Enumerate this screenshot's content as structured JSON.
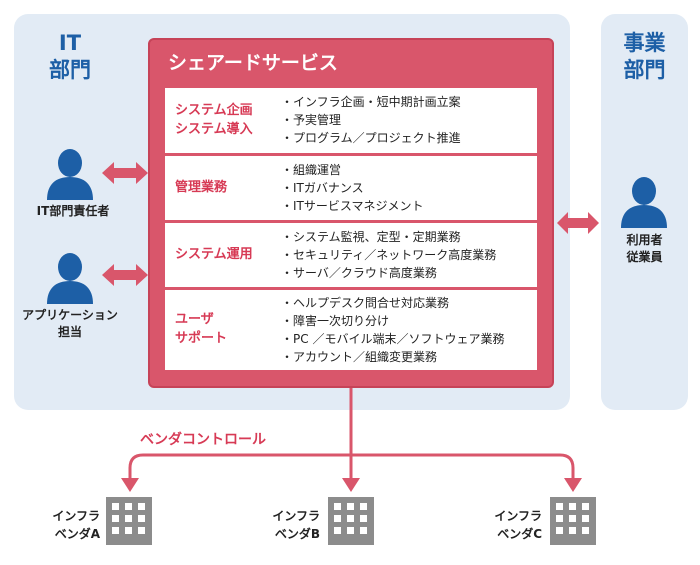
{
  "it_dept": {
    "title_line1": "IT",
    "title_line2": "部門"
  },
  "biz_dept": {
    "title_line1": "事業",
    "title_line2": "部門"
  },
  "shared_services": {
    "title": "シェアードサービス",
    "rows": [
      {
        "title": "システム企画\nシステム導入",
        "items": [
          "インフラ企画・短中期計画立案",
          "予実管理",
          "プログラム／プロジェクト推進"
        ]
      },
      {
        "title": "管理業務",
        "items": [
          "組織運営",
          "ITガバナンス",
          "ITサービスマネジメント"
        ]
      },
      {
        "title": "システム運用",
        "items": [
          "システム監視、定型・定期業務",
          "セキュリティ／ネットワーク高度業務",
          "サーバ／クラウド高度業務"
        ]
      },
      {
        "title": "ユーザ\nサポート",
        "items": [
          "ヘルプデスク問合せ対応業務",
          "障害一次切り分け",
          "PC ／モバイル端末／ソフトウェア業務",
          "アカウント／組織変更業務"
        ]
      }
    ]
  },
  "people": {
    "it_manager": "IT部門責任者",
    "app_owner": "アプリケーション\n担当",
    "employee": "利用者\n従業員"
  },
  "vendor_control_label": "ベンダコントロール",
  "vendors": [
    "インフラ\nベンダA",
    "インフラ\nベンダB",
    "インフラ\nベンダC"
  ],
  "colors": {
    "accent": "#d9566b",
    "text_accent": "#d73a55",
    "panel": "#e2ebf5",
    "blue": "#1d5fa6",
    "building": "#8c8c8c"
  }
}
